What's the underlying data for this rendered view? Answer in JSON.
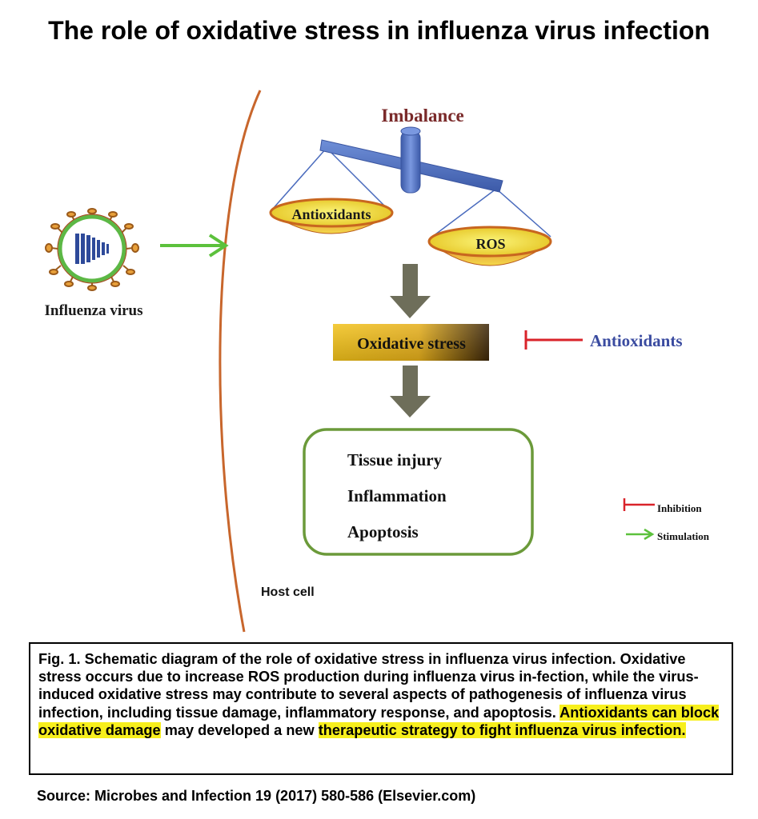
{
  "title": "The role of oxidative stress in influenza virus infection",
  "diagram": {
    "virus_label": "Influenza virus",
    "imbalance_label": "Imbalance",
    "left_pan_label": "Antioxidants",
    "right_pan_label": "ROS",
    "oxidative_stress_label": "Oxidative stress",
    "inhibitor_label": "Antioxidants",
    "outcomes": [
      "Tissue injury",
      "Inflammation",
      "Apoptosis"
    ],
    "host_cell_label": "Host cell",
    "legend": {
      "inhibition": "Inhibition",
      "stimulation": "Stimulation"
    },
    "colors": {
      "cell_membrane": "#c8662c",
      "stimulation_arrow": "#5cc13c",
      "inhibition": "#d9232a",
      "balance_beam": "#4a6bbd",
      "pan_fill": "#f0d13a",
      "flow_arrow": "#6e6e5a",
      "outcome_border": "#6b9a3a",
      "imbalance_text": "#7a2a2a",
      "inhibitor_text": "#3a4ba0",
      "virus_core": "#2e4a9a",
      "virus_envelope": "#5cb845",
      "virus_spikes": "#e8a03a"
    }
  },
  "caption": {
    "part1": "Fig. 1. Schematic diagram of the role of oxidative stress in influenza virus infection. Oxidative stress occurs due to increase ROS production during influenza virus in-fection, while the virus-induced oxidative stress may contribute to several aspects of pathogenesis of influenza virus infection, including tissue damage, inflammatory response, and apoptosis. ",
    "highlight1": "Antioxidants can block oxidative damage",
    "part2": " may developed a new ",
    "highlight2": "therapeutic strategy to fight influenza virus infection."
  },
  "source": "Source: Microbes and Infection 19 (2017) 580-586 (Elsevier.com)"
}
